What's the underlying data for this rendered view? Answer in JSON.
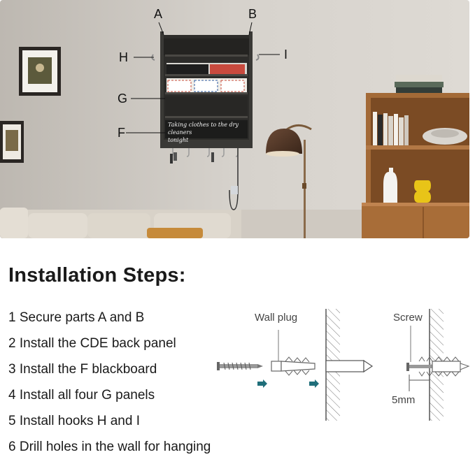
{
  "photo": {
    "labels": {
      "a": "A",
      "b": "B",
      "h": "H",
      "i": "I",
      "g": "G",
      "f": "F"
    },
    "blackboard_line1": "Taking clothes to the dry cleaners",
    "blackboard_line2": "tonight"
  },
  "title": "Installation Steps:",
  "steps": [
    "1 Secure parts A and B",
    "2 Install the CDE back panel",
    "3 Install the F blackboard",
    "4 Install all four G panels",
    "5 Install hooks H and I",
    "6 Drill holes in the wall for hanging"
  ],
  "diagram": {
    "wall_plug_label": "Wall plug",
    "screw_label": "Screw",
    "depth_label": "5mm",
    "arrow_color": "#1f6e7a"
  }
}
